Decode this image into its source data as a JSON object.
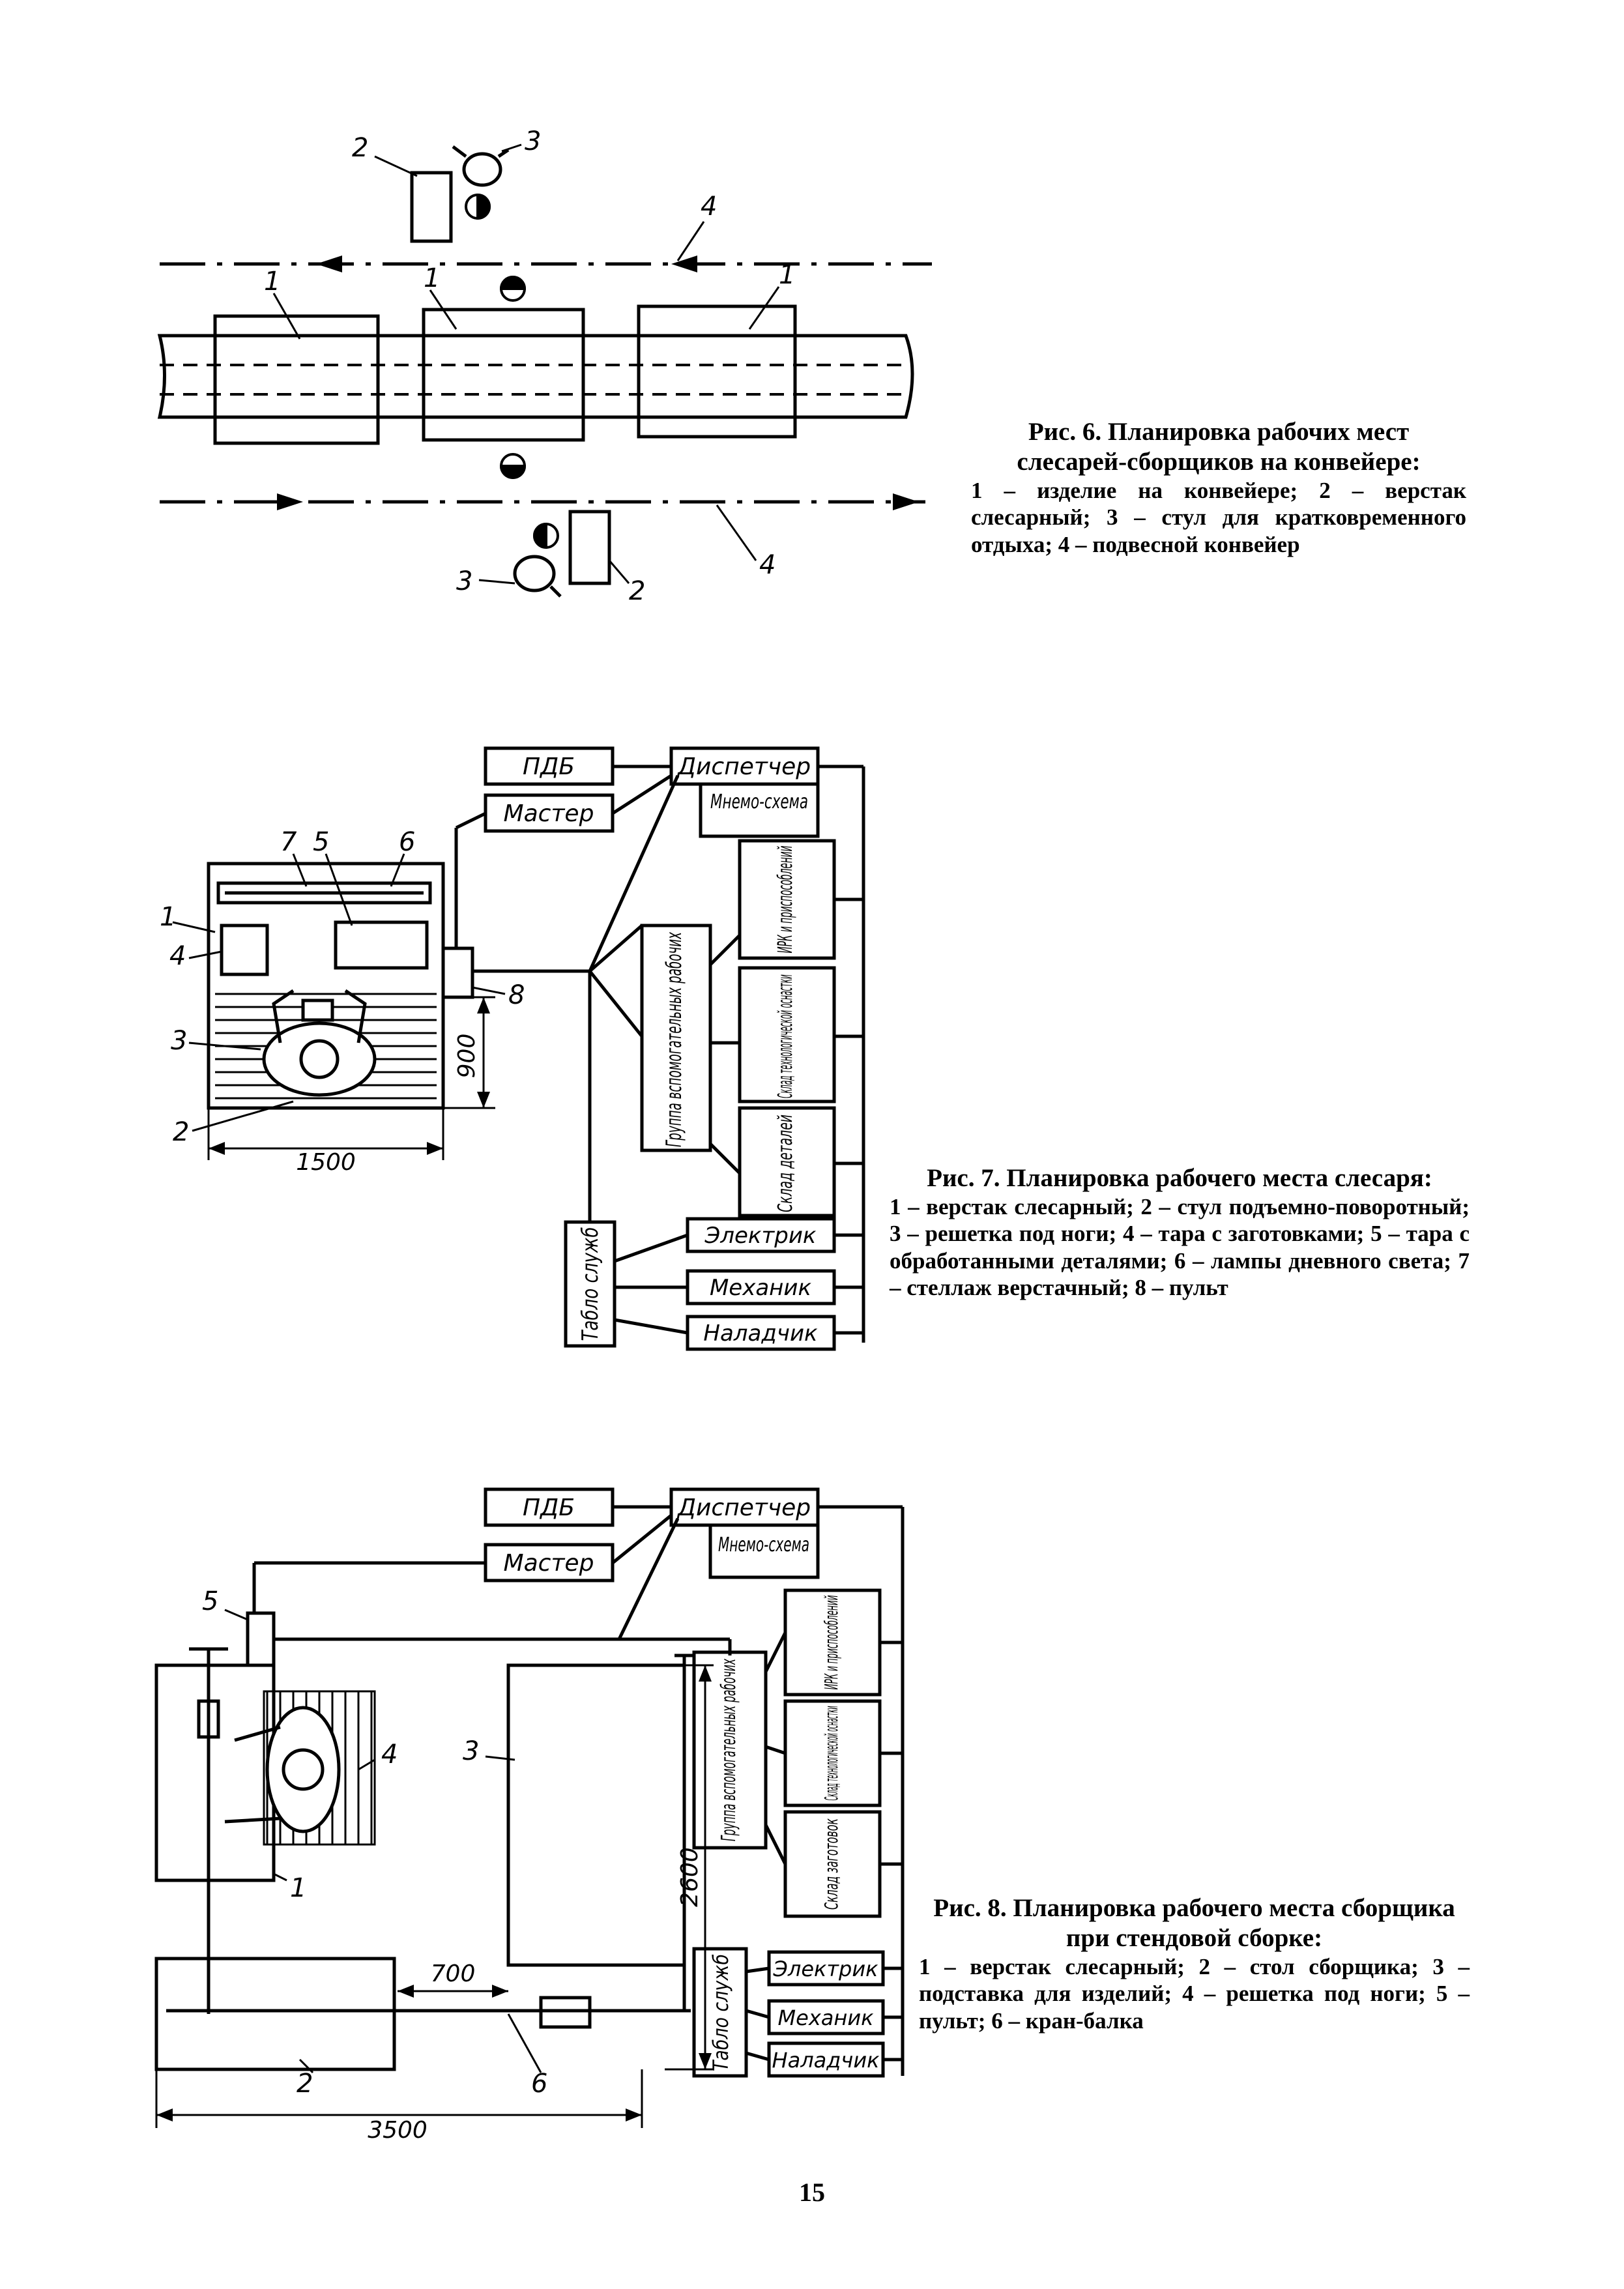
{
  "fig6": {
    "title": "Рис. 6. Планировка рабочих мест слесарей-сборщиков на конвейере:",
    "legend": "1 – изделие на конвейере; 2 – верстак слесарный; 3 – стул для кратковременного отдыха; 4 – подвесной конвейер",
    "labels": {
      "product": "1",
      "bench": "2",
      "chair": "3",
      "conveyor": "4"
    }
  },
  "fig7": {
    "title": "Рис. 7. Планировка рабочего места слесаря:",
    "legend": "1 – верстак слесарный; 2 – стул подъемно-поворотный; 3 – решетка под ноги; 4 – тара с заготовками; 5 – тара с обработанными деталями; 6 – лампы дневного света; 7 – стеллаж верстачный; 8 – пульт",
    "boxes": {
      "pdb": "ПДБ",
      "master": "Мастер",
      "dispatcher": "Диспетчер",
      "mnemo": "Мнемо-схема",
      "tablo": "Табло служб",
      "aux_group": "Группа вспомогательных рабочих",
      "irk": "ИРК и приспособлений",
      "tool_store": "Склад технологической оснастки",
      "parts_store": "Склад деталей",
      "electrician": "Электрик",
      "mechanic": "Механик",
      "adjuster": "Наладчик"
    },
    "dims": {
      "width": "1500",
      "depth": "900"
    },
    "labels": {
      "n1": "1",
      "n2": "2",
      "n3": "3",
      "n4": "4",
      "n5": "5",
      "n6": "6",
      "n7": "7",
      "n8": "8"
    }
  },
  "fig8": {
    "title": "Рис. 8. Планировка рабочего места сборщика при стендовой сборке:",
    "legend": "1 – верстак слесарный; 2 – стол сборщика; 3 – подставка для изделий; 4 – решетка под ноги; 5 – пульт; 6 – кран-балка",
    "boxes": {
      "pdb": "ПДБ",
      "master": "Мастер",
      "dispatcher": "Диспетчер",
      "mnemo": "Мнемо-схема",
      "tablo": "Табло служб",
      "aux_group": "Группа вспомогательных рабочих",
      "irk": "ИРК и приспособлений",
      "tool_store": "Склад технологической оснастки",
      "blank_store": "Склад заготовок",
      "electrician": "Электрик",
      "mechanic": "Механик",
      "adjuster": "Наладчик"
    },
    "dims": {
      "width": "3500",
      "height": "2600",
      "gap": "700"
    },
    "labels": {
      "n1": "1",
      "n2": "2",
      "n3": "3",
      "n4": "4",
      "n5": "5",
      "n6": "6"
    }
  },
  "page_number": "15"
}
